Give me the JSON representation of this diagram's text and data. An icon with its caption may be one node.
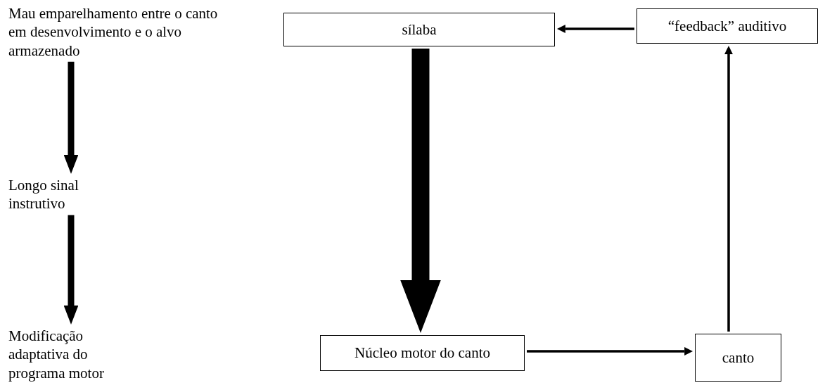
{
  "diagram": {
    "nodes": [
      {
        "text": [
          "Mau emparelhamento entre o canto em desenvolvimento e o alvo armazenado"
        ]
      },
      {
        "text": [
          "sílaba"
        ]
      },
      {
        "text": [
          "“feedback” auditivo"
        ]
      },
      {
        "text": [
          "Longo sinal instrutivo"
        ]
      },
      {
        "text": [
          "Modificação adaptativa do programa motor"
        ]
      },
      {
        "text": [
          "Núcleo motor do canto"
        ]
      },
      {
        "text": [
          "canto"
        ]
      }
    ],
    "edges": [
      {
        "from": 0,
        "to": 3,
        "arrow": "to",
        "style": "thick"
      },
      {
        "from": 3,
        "to": 4,
        "arrow": "to",
        "style": "thick"
      },
      {
        "from": 2,
        "to": 1,
        "arrow": "to"
      },
      {
        "from": 1,
        "to": 5,
        "arrow": "to",
        "style": "thick"
      },
      {
        "from": 5,
        "to": 6,
        "arrow": "to"
      },
      {
        "from": 6,
        "to": 2,
        "arrow": "to"
      }
    ]
  }
}
